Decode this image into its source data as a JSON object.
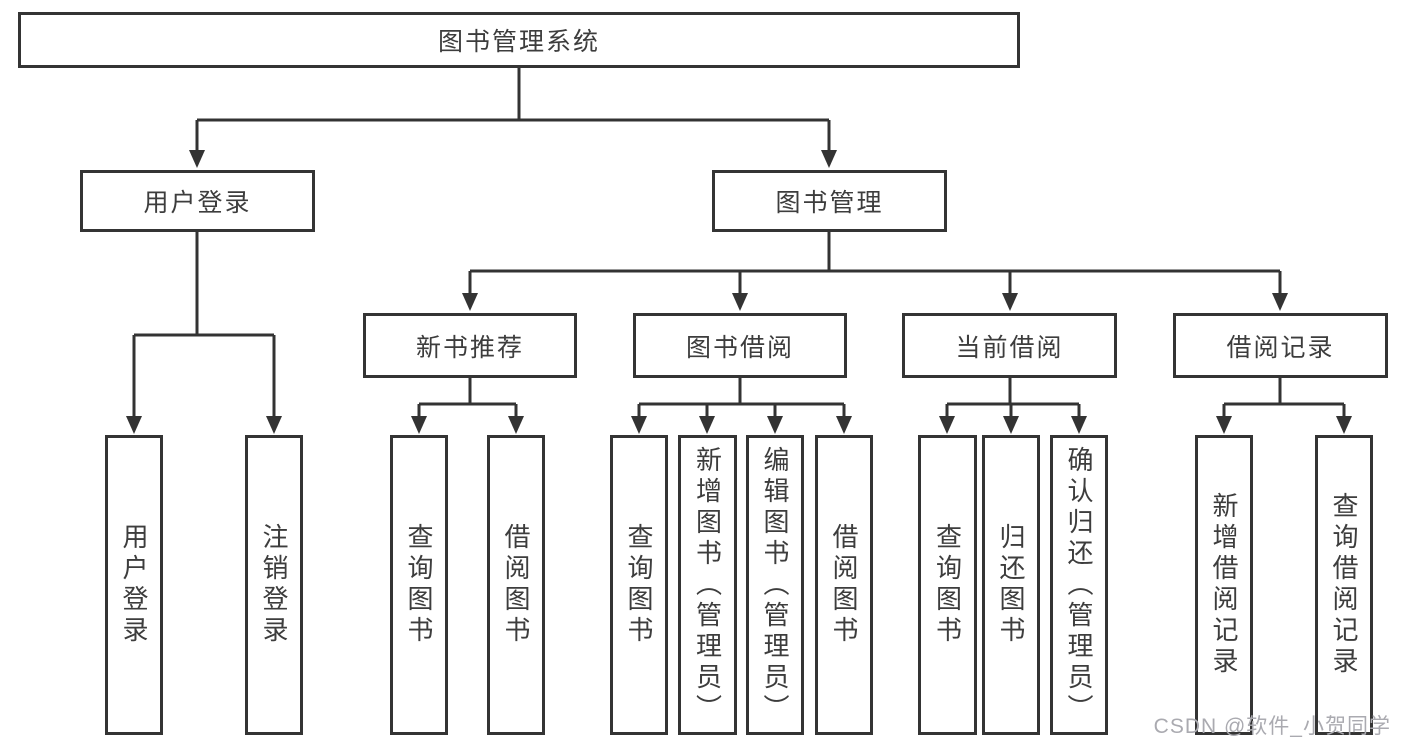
{
  "tree": {
    "root": {
      "label": "图书管理系统"
    },
    "branches": [
      {
        "label": "用户登录",
        "children": [
          {
            "label": "用户登录"
          },
          {
            "label": "注销登录"
          }
        ]
      },
      {
        "label": "图书管理",
        "children": [
          {
            "label": "新书推荐",
            "children": [
              {
                "label": "查询图书"
              },
              {
                "label": "借阅图书"
              }
            ]
          },
          {
            "label": "图书借阅",
            "children": [
              {
                "label": "查询图书"
              },
              {
                "label": "新增图书（管理员）"
              },
              {
                "label": "编辑图书（管理员）"
              },
              {
                "label": "借阅图书"
              }
            ]
          },
          {
            "label": "当前借阅",
            "children": [
              {
                "label": "查询图书"
              },
              {
                "label": "归还图书"
              },
              {
                "label": "确认归还（管理员）"
              }
            ]
          },
          {
            "label": "借阅记录",
            "children": [
              {
                "label": "新增借阅记录"
              },
              {
                "label": "查询借阅记录"
              }
            ]
          }
        ]
      }
    ]
  },
  "watermark": {
    "text": "CSDN @软件_小贺同学"
  },
  "colors": {
    "line": "#333333",
    "text": "#3d3d3d",
    "watermark": "#aaaab0",
    "background": "#ffffff"
  }
}
